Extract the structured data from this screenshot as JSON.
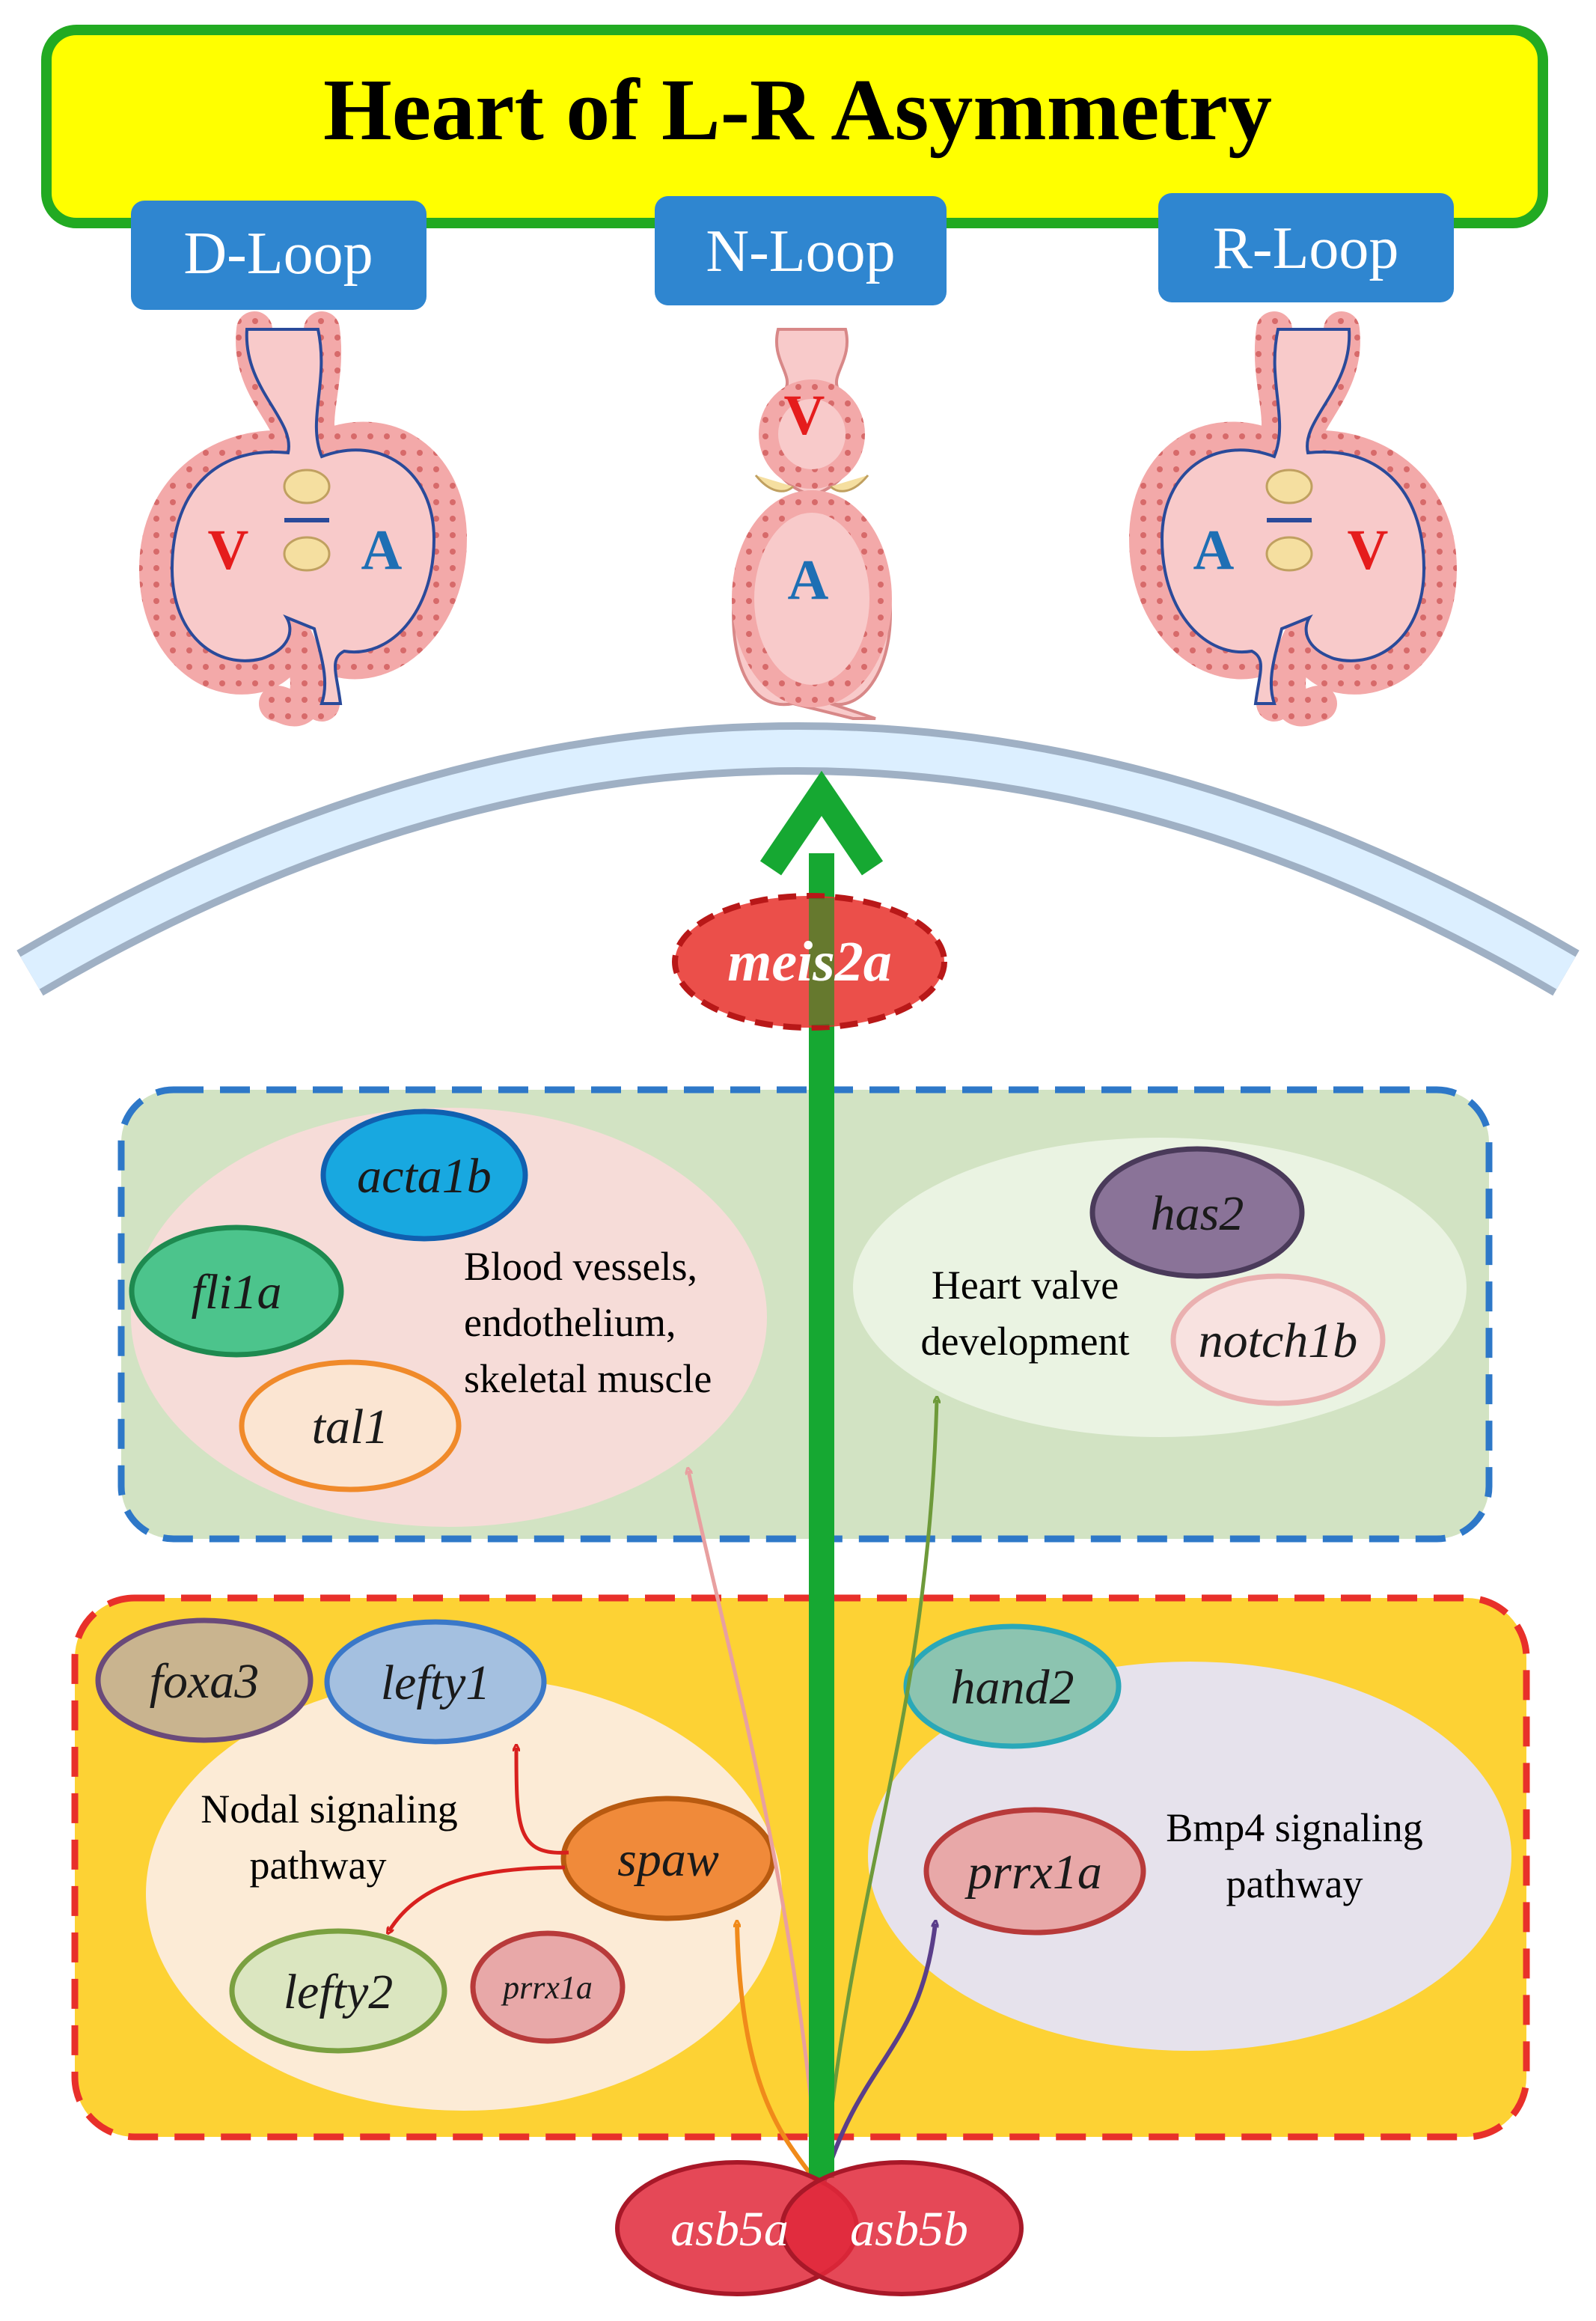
{
  "title": "Heart of L-R Asymmetry",
  "loops": {
    "d_loop": "D-Loop",
    "n_loop": "N-Loop",
    "r_loop": "R-Loop"
  },
  "chambers": {
    "ventricle": "V",
    "atrium": "A"
  },
  "top_gene": "meis2a",
  "green_box": {
    "blood_group": {
      "label_lines": [
        "Blood vessels,",
        "endothelium,",
        "skeletal muscle"
      ],
      "genes": [
        "acta1b",
        "fli1a",
        "tal1"
      ]
    },
    "valve_group": {
      "label_lines": [
        "Heart valve",
        "development"
      ],
      "genes": [
        "has2",
        "notch1b"
      ]
    }
  },
  "yellow_box": {
    "nodal_group": {
      "label_lines": [
        "Nodal signaling",
        "pathway"
      ],
      "genes": [
        "foxa3",
        "lefty1",
        "spaw",
        "lefty2",
        "prrx1a"
      ]
    },
    "bmp_group": {
      "label_lines": [
        "Bmp4 signaling",
        "pathway"
      ],
      "genes": [
        "hand2",
        "prrx1a"
      ]
    }
  },
  "bottom_genes": [
    "asb5a",
    "asb5b"
  ],
  "colors": {
    "title_fill": "#ffff00",
    "title_border": "#22aa22",
    "loop_fill": "#2f86d0",
    "green_box": "#d2e3c3",
    "blue_dash": "#2e78c8",
    "yellow_box": "#fdd234",
    "red_dash": "#e8302a",
    "main_arrow": "#16a832",
    "heart_pink": "#f6bcbc",
    "ventricle_text": "#e51c1c",
    "atrium_text": "#1e6fb4"
  }
}
